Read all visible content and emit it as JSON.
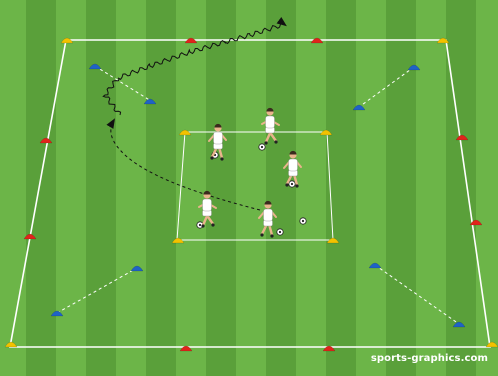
{
  "diagram": {
    "type": "soccer training drill",
    "watermark": "sports-graphics.com",
    "colors": {
      "pitch_stripe_dark": "#5aa03a",
      "pitch_stripe_light": "#6cb548",
      "lines": "#ffffff",
      "cone_red": "#e0241b",
      "cone_yellow": "#f2c200",
      "cone_blue": "#1f63c6",
      "player_kit": "#ffffff",
      "player_skin": "#e9b48c",
      "player_hair": "#3a2a1d",
      "ball": "#ffffff",
      "movement_path": "#111111"
    },
    "cones_count": {
      "red": 8,
      "yellow": 8,
      "blue": 8
    },
    "players_count": 5,
    "balls_count": 6
  }
}
